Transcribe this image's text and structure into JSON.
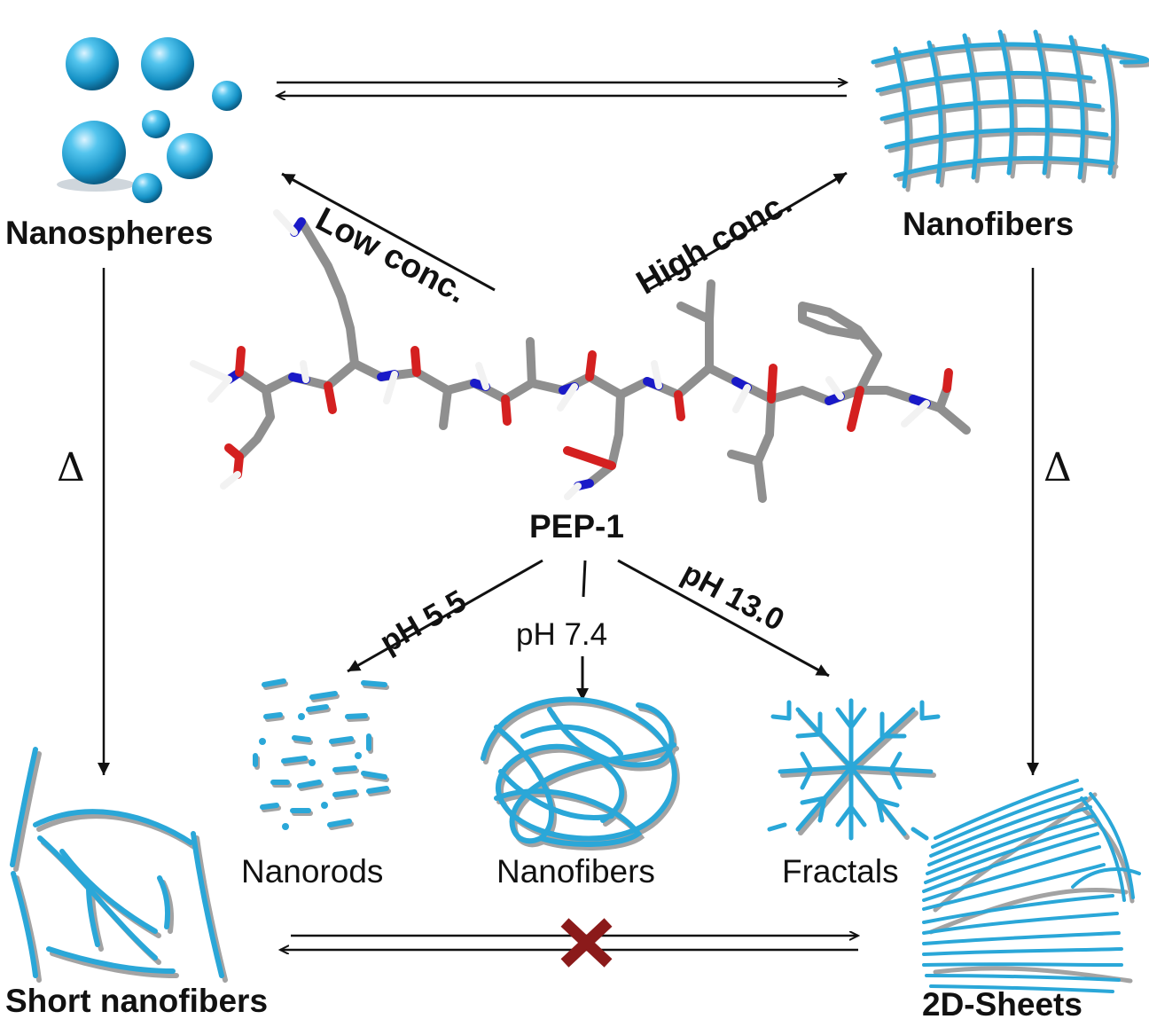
{
  "labels": {
    "nanospheres": "Nanospheres",
    "nanofibers_top": "Nanofibers",
    "short_nanofibers": "Short nanofibers",
    "sheets_2d": "2D-Sheets",
    "low_conc": "Low conc.",
    "high_conc": "High conc.",
    "pep": "PEP-1",
    "ph_acid": "pH 5.5",
    "ph_neutral": "pH 7.4",
    "ph_base": "pH 13.0",
    "nanorods": "Nanorods",
    "nanofibers_mid": "Nanofibers",
    "fractals": "Fractals",
    "delta_left": "Δ",
    "delta_right": "Δ"
  },
  "colors": {
    "nano_blue": "#2aa7d8",
    "shadow_gray": "#a3a3a3",
    "carbon": "#8f8f8f",
    "nitrogen": "#1a1ac8",
    "oxygen": "#d42020",
    "hydrogen": "#f2f2f2",
    "blocked_cross": "#8b1a1a"
  },
  "icons": {
    "blocked_transition": "cross-mark-icon"
  }
}
